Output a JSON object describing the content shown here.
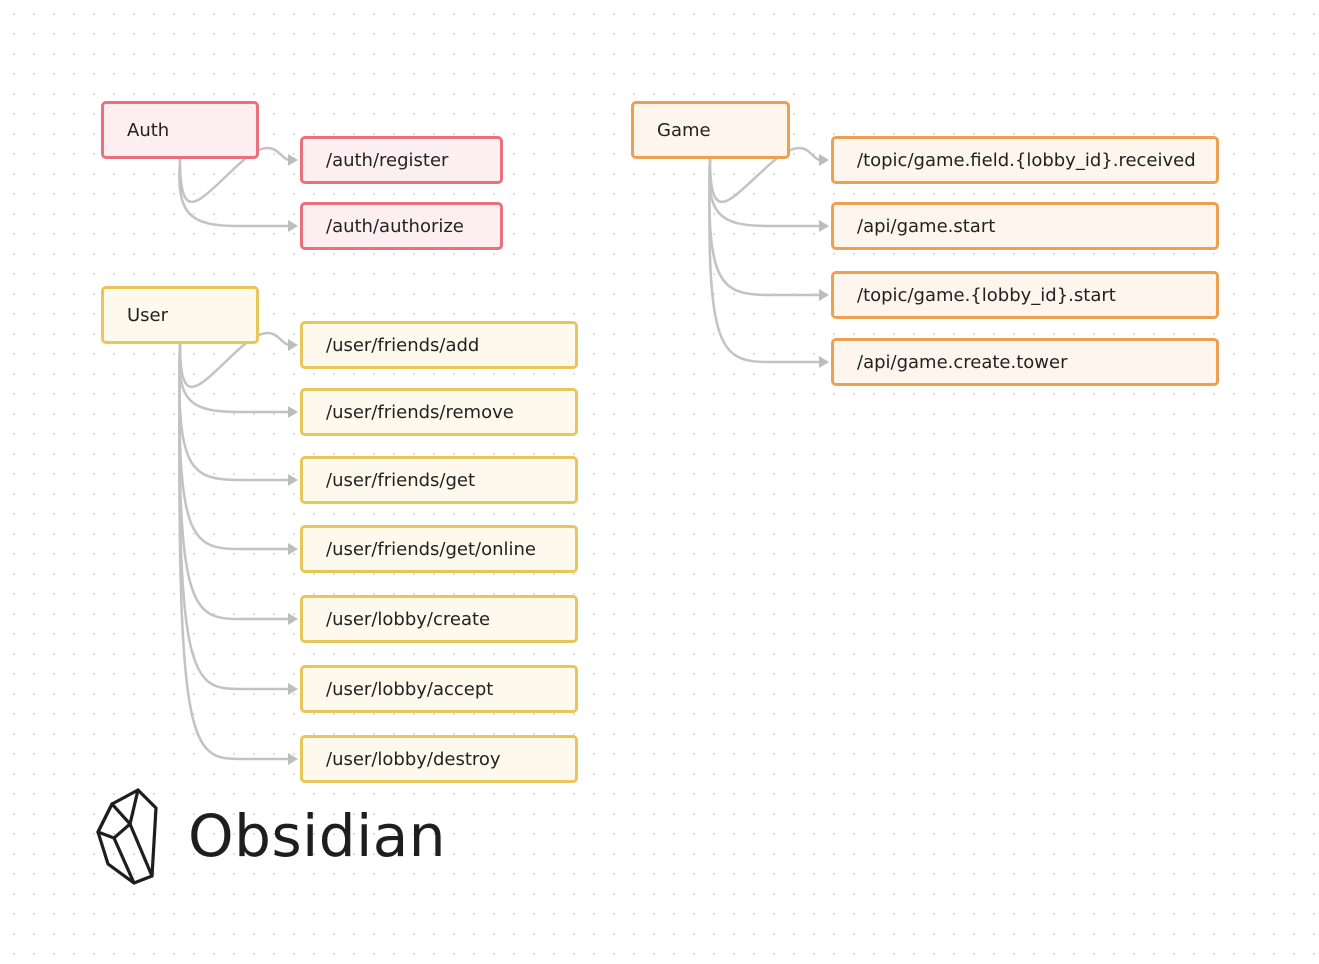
{
  "colors": {
    "pink_border": "#e8707f",
    "pink_fill": "#fdeef0",
    "yellow_border": "#e8c659",
    "yellow_fill": "#fdf9ec",
    "orange_border": "#eda051",
    "orange_fill": "#fef5ec",
    "edge": "#c3c3c3"
  },
  "groups": [
    {
      "id": "auth",
      "label": "Auth",
      "color": "pink",
      "children": [
        {
          "id": "auth-register",
          "label": "/auth/register"
        },
        {
          "id": "auth-authorize",
          "label": "/auth/authorize"
        }
      ]
    },
    {
      "id": "user",
      "label": "User",
      "color": "yellow",
      "children": [
        {
          "id": "user-friends-add",
          "label": "/user/friends/add"
        },
        {
          "id": "user-friends-remove",
          "label": "/user/friends/remove"
        },
        {
          "id": "user-friends-get",
          "label": "/user/friends/get"
        },
        {
          "id": "user-friends-get-online",
          "label": "/user/friends/get/online"
        },
        {
          "id": "user-lobby-create",
          "label": "/user/lobby/create"
        },
        {
          "id": "user-lobby-accept",
          "label": "/user/lobby/accept"
        },
        {
          "id": "user-lobby-destroy",
          "label": "/user/lobby/destroy"
        }
      ]
    },
    {
      "id": "game",
      "label": "Game",
      "color": "orange",
      "children": [
        {
          "id": "topic-game-field-received",
          "label": "/topic/game.field.{lobby_id}.received"
        },
        {
          "id": "api-game-start",
          "label": "/api/game.start"
        },
        {
          "id": "topic-game-lobby-start",
          "label": "/topic/game.{lobby_id}.start"
        },
        {
          "id": "api-game-create-tower",
          "label": "/api/game.create.tower"
        }
      ]
    }
  ],
  "logo": {
    "text": "Obsidian",
    "icon": "obsidian-crystal-icon"
  }
}
